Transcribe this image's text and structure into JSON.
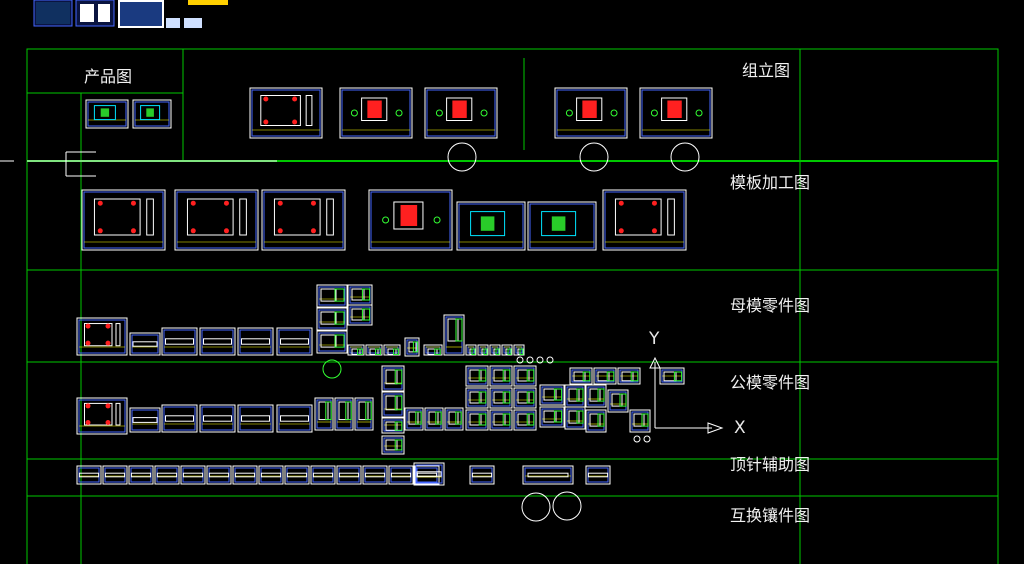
{
  "sections": {
    "product": "产品图",
    "assembly": "组立图",
    "plate_machining": "模板加工图",
    "cavity_parts": "母模零件图",
    "core_parts": "公模零件图",
    "ejector_aux": "顶针辅助图",
    "insert_parts": "互换镶件图"
  },
  "ucs": {
    "y_label": "Y",
    "x_label": "X"
  },
  "colors": {
    "background": "#000000",
    "frame": "#00c800",
    "sheet_border": "#ffffff",
    "sheet_inner": "#4466ff",
    "accent_red": "#ff2020",
    "accent_cyan": "#00e5ff",
    "accent_green": "#33ff33"
  }
}
